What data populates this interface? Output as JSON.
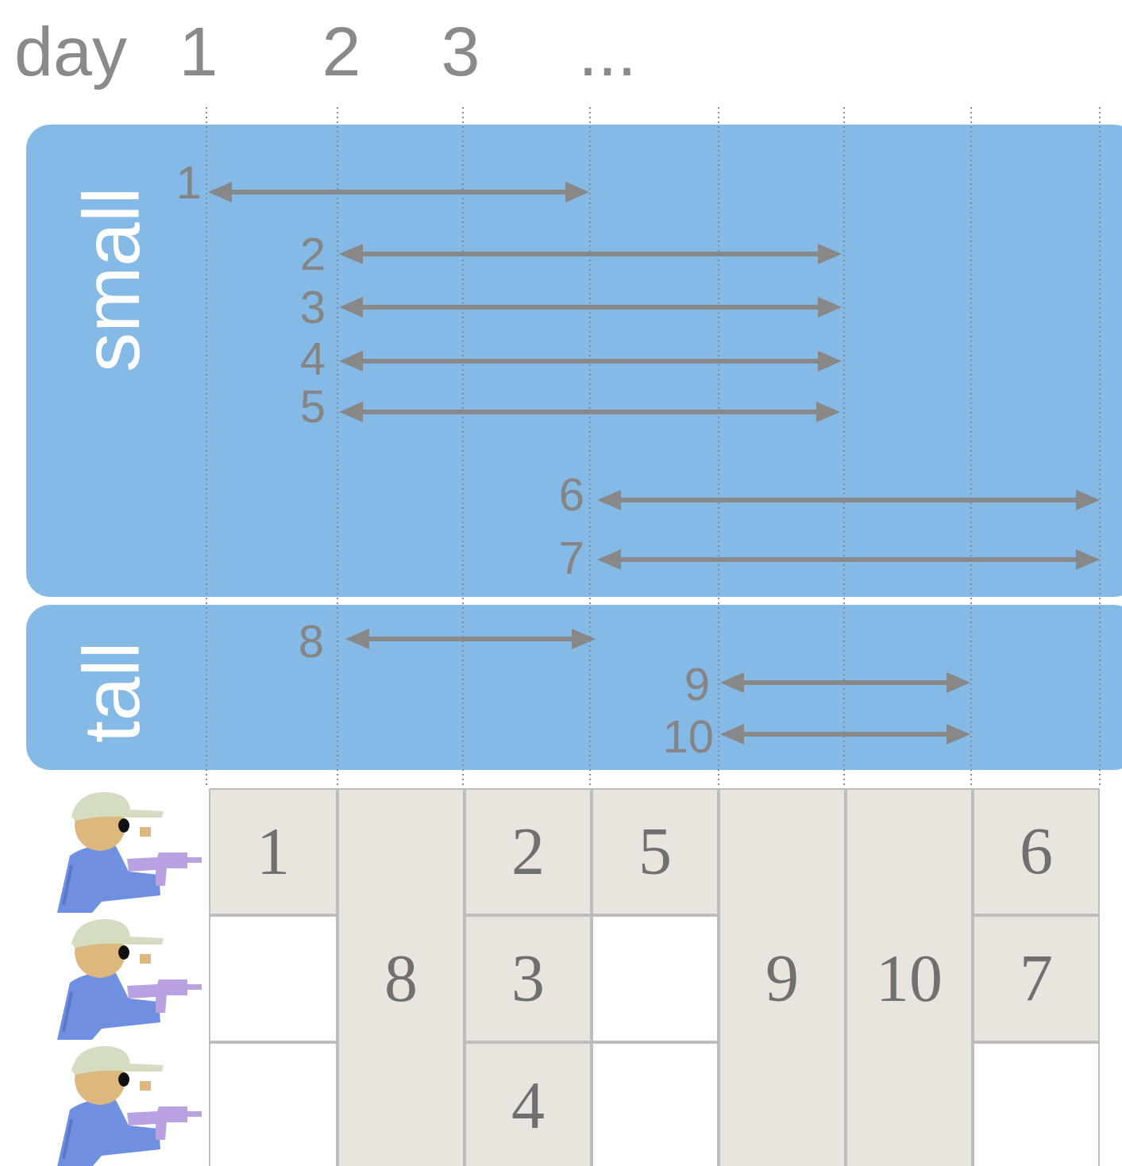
{
  "diagram": {
    "nodes": [
      {
        "text": [
          "small"
        ]
      },
      {
        "text": [
          "tall"
        ]
      },
      {
        "text": [
          "1"
        ]
      },
      {
        "text": [
          "8"
        ]
      },
      {
        "text": [
          "2"
        ]
      },
      {
        "text": [
          "5"
        ]
      },
      {
        "text": [
          "9"
        ]
      },
      {
        "text": [
          "10"
        ]
      },
      {
        "text": [
          "6"
        ]
      },
      {
        "text": [
          "3"
        ]
      },
      {
        "text": [
          "7"
        ]
      },
      {
        "text": [
          "4"
        ]
      }
    ],
    "labels": [
      "day",
      "1",
      "2",
      "3",
      "...",
      "1",
      "2",
      "3",
      "4",
      "5",
      "6",
      "7",
      "8",
      "9",
      "10"
    ]
  }
}
